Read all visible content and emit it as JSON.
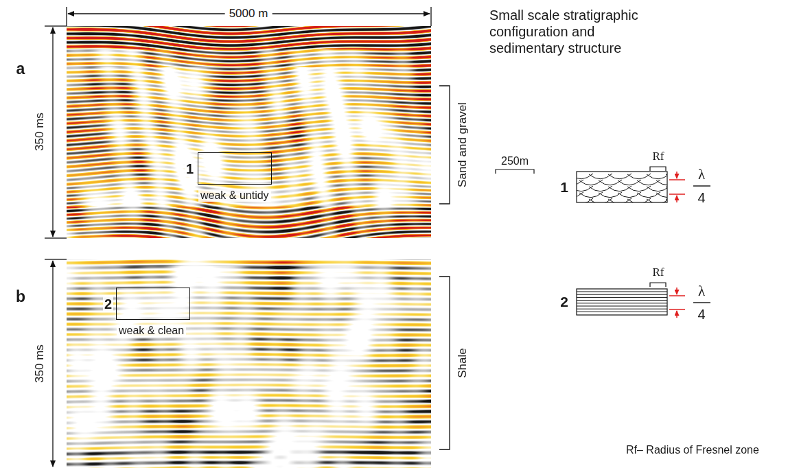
{
  "diagram": {
    "title": "Small scale stratigraphic configuration and sedimentary structure",
    "nodes": [
      {
        "text": [
          "1",
          "weak & untidy"
        ]
      },
      {
        "text": [
          "2",
          "weak & clean"
        ]
      }
    ],
    "labels": [
      "5000 m",
      "a",
      "350 ms",
      "Sand and gravel",
      "b",
      "350 ms",
      "Shale",
      "250m",
      "Rf",
      "1",
      "λ",
      "4",
      "Rf",
      "2",
      "λ",
      "4",
      "Rf– Radius of Fresnel zone"
    ]
  }
}
